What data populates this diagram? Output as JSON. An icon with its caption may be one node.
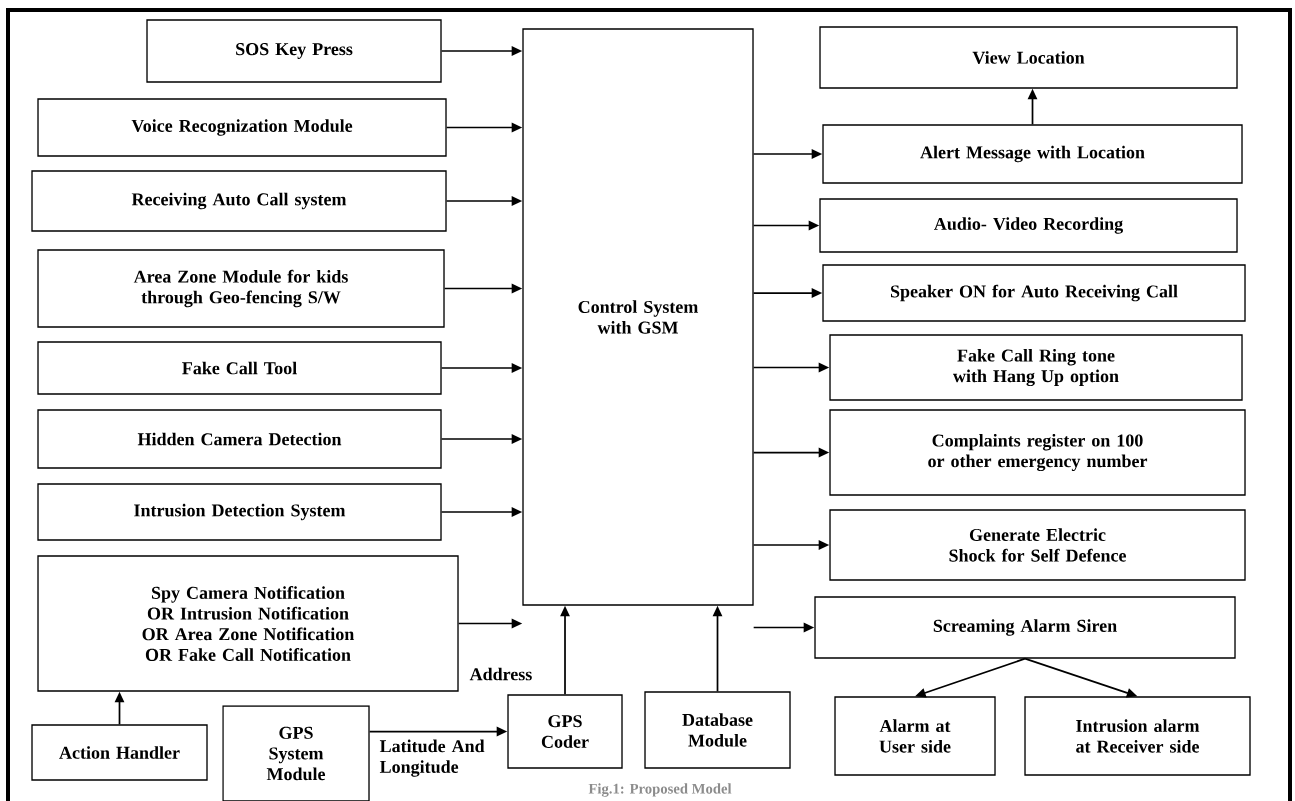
{
  "diagram": {
    "caption": "Fig.1: Proposed Model",
    "nodes": [
      {
        "text": [
          "SOS Key Press"
        ]
      },
      {
        "text": [
          "Voice Recognization Module"
        ]
      },
      {
        "text": [
          "Receiving Auto Call system"
        ]
      },
      {
        "text": [
          "Area Zone Module for kids through Geo-fencing S/W"
        ]
      },
      {
        "text": [
          "Fake Call Tool"
        ]
      },
      {
        "text": [
          "Hidden Camera Detection"
        ]
      },
      {
        "text": [
          "Intrusion Detection System"
        ]
      },
      {
        "text": [
          "Spy Camera Notification OR Intrusion Notification OR Area Zone Notification OR Fake Call Notification"
        ]
      },
      {
        "text": [
          "Control System with GSM"
        ]
      },
      {
        "text": [
          "View Location"
        ]
      },
      {
        "text": [
          "Alert Message with Location"
        ]
      },
      {
        "text": [
          "Audio- Video Recording"
        ]
      },
      {
        "text": [
          "Speaker ON for Auto Receiving Call"
        ]
      },
      {
        "text": [
          "Fake Call Ring tone with Hang Up option"
        ]
      },
      {
        "text": [
          "Complaints register on 100 or other emergency number"
        ]
      },
      {
        "text": [
          "Generate Electric Shock for Self Defence"
        ]
      },
      {
        "text": [
          "Screaming Alarm Siren"
        ]
      },
      {
        "text": [
          "Action Handler"
        ]
      },
      {
        "text": [
          "GPS System Module"
        ]
      },
      {
        "text": [
          "GPS Coder"
        ]
      },
      {
        "text": [
          "Database Module"
        ]
      },
      {
        "text": [
          "Alarm at User side"
        ]
      },
      {
        "text": [
          "Intrusion alarm at Receiver side"
        ]
      }
    ],
    "edges": [
      {
        "from": 0,
        "to": 8,
        "arrow": "to"
      },
      {
        "from": 1,
        "to": 8,
        "arrow": "to"
      },
      {
        "from": 2,
        "to": 8,
        "arrow": "to"
      },
      {
        "from": 3,
        "to": 8,
        "arrow": "to"
      },
      {
        "from": 4,
        "to": 8,
        "arrow": "to"
      },
      {
        "from": 5,
        "to": 8,
        "arrow": "to"
      },
      {
        "from": 6,
        "to": 8,
        "arrow": "to"
      },
      {
        "from": 7,
        "to": 8,
        "arrow": "to"
      },
      {
        "from": 8,
        "to": 10,
        "arrow": "to"
      },
      {
        "from": 8,
        "to": 11,
        "arrow": "to"
      },
      {
        "from": 8,
        "to": 12,
        "arrow": "to"
      },
      {
        "from": 8,
        "to": 13,
        "arrow": "to"
      },
      {
        "from": 8,
        "to": 14,
        "arrow": "to"
      },
      {
        "from": 8,
        "to": 15,
        "arrow": "to"
      },
      {
        "from": 8,
        "to": 16,
        "arrow": "to"
      },
      {
        "from": 10,
        "to": 9,
        "arrow": "to"
      },
      {
        "from": 17,
        "to": 7,
        "arrow": "to"
      },
      {
        "from": 18,
        "to": 19,
        "arrow": "to",
        "label": "Latitude And Longitude"
      },
      {
        "from": 19,
        "to": 8,
        "arrow": "to",
        "label": "Address"
      },
      {
        "from": 20,
        "to": 8,
        "arrow": "to"
      },
      {
        "from": 16,
        "to": 21,
        "arrow": "to"
      },
      {
        "from": 16,
        "to": 22,
        "arrow": "to"
      }
    ]
  }
}
